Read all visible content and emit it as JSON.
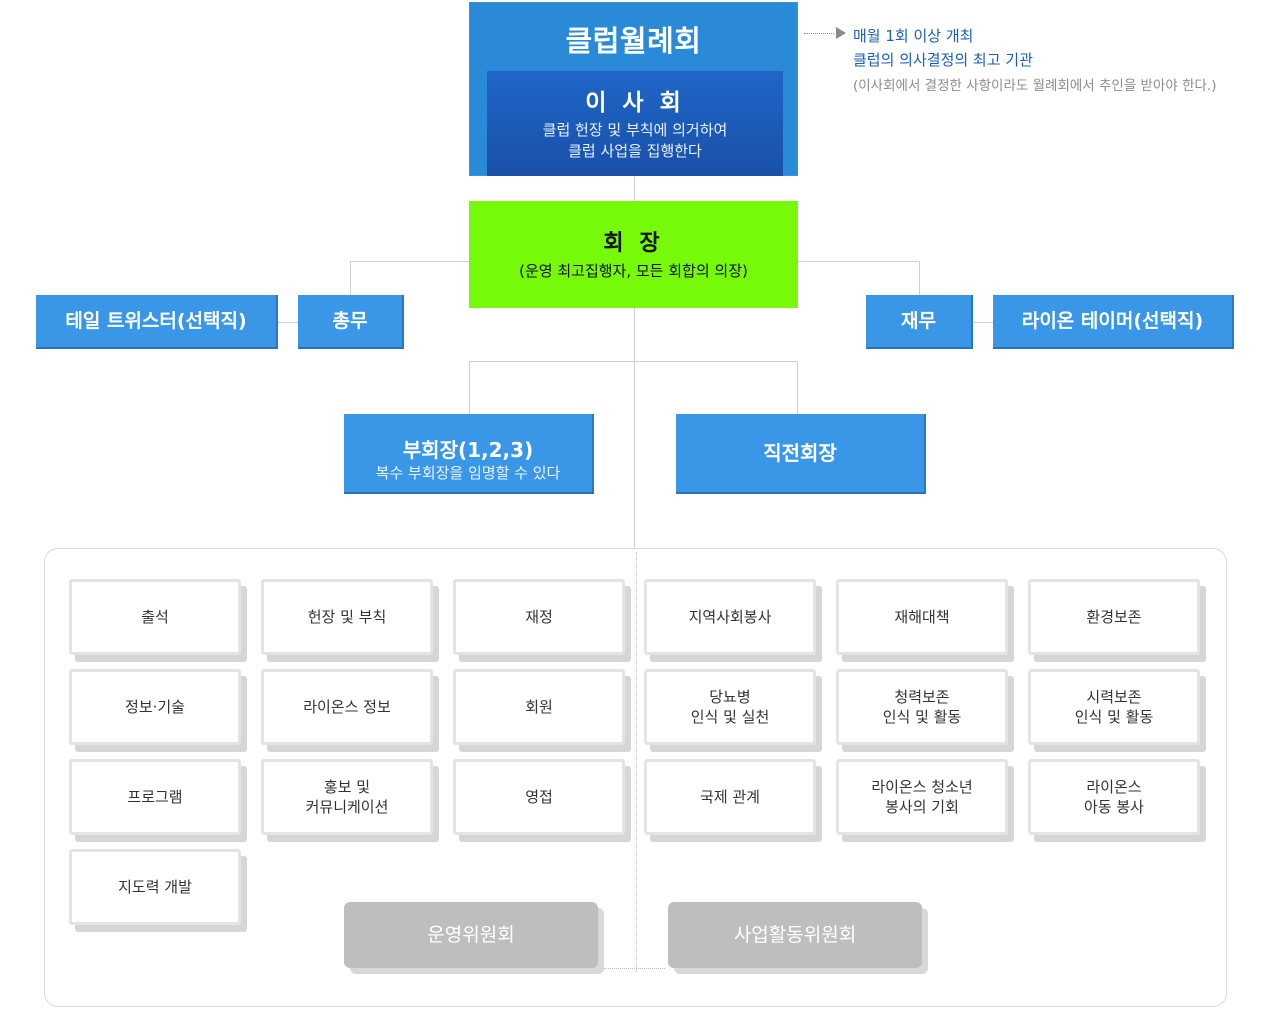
{
  "top": {
    "assembly_title": "클럽월례회",
    "board_title": "이 사 회",
    "board_desc_line1": "클럽 헌장 및 부칙에 의거하여",
    "board_desc_line2": "클럽 사업을 집행한다"
  },
  "note": {
    "line1": "매월 1회 이상 개최",
    "line2": "클럽의 의사결정의 최고 기관",
    "line3": "(이사회에서 결정한 사항이라도 월례회에서 추인을 받아야 한다.)"
  },
  "president": {
    "title": "회 장",
    "desc": "(운영 최고집행자, 모든 회합의 의장)"
  },
  "roles": {
    "tail_twister": "테일 트위스터(선택직)",
    "secretary": "총무",
    "treasurer": "재무",
    "lion_tamer": "라이온 테이머(선택직)",
    "vp_title": "부회장(1,2,3)",
    "vp_desc": "복수 부회장을 임명할 수 있다",
    "past_president": "직전회장"
  },
  "operation_committees": [
    [
      "출석"
    ],
    [
      "헌장 및 부칙"
    ],
    [
      "재정"
    ],
    [
      "정보·기술"
    ],
    [
      "라이온스 정보"
    ],
    [
      "회원"
    ],
    [
      "프로그램"
    ],
    [
      "홍보 및",
      "커뮤니케이션"
    ],
    [
      "영접"
    ],
    [
      "지도력 개발"
    ]
  ],
  "activity_committees": [
    [
      "지역사회봉사"
    ],
    [
      "재해대책"
    ],
    [
      "환경보존"
    ],
    [
      "당뇨병",
      "인식 및 실천"
    ],
    [
      "청력보존",
      "인식 및 활동"
    ],
    [
      "시력보존",
      "인식 및 활동"
    ],
    [
      "국제 관계"
    ],
    [
      "라이온스 청소년",
      "봉사의 기회"
    ],
    [
      "라이온스",
      "아동 봉사"
    ]
  ],
  "groups": {
    "operation": "운영위원회",
    "activity": "사업활동위원회"
  },
  "colors": {
    "assembly_blue": "#2a8ad8",
    "board_blue": "#1f66c8",
    "president_green": "#76fa0a",
    "role_blue": "#3a96e6",
    "group_gray": "#bdbfbf",
    "note_blue": "#1e5fb4"
  }
}
